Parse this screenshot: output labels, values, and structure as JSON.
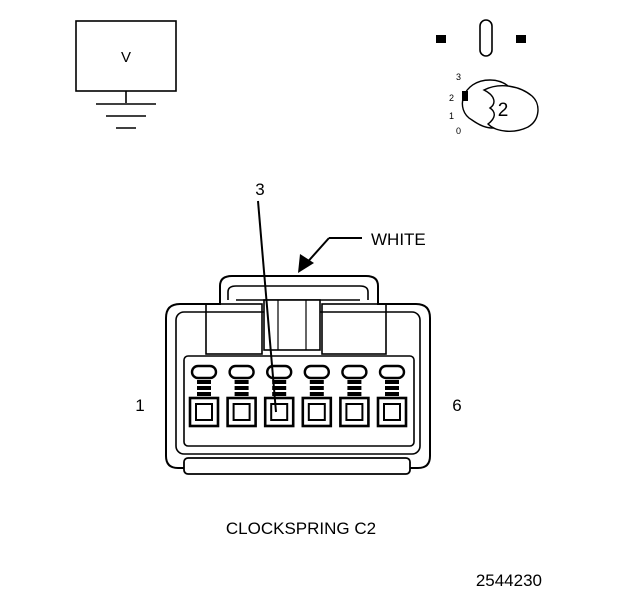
{
  "voltmeter": {
    "label": "V"
  },
  "ignition_switch": {
    "positions": [
      "3",
      "2",
      "1",
      "0"
    ],
    "selected_position": "2"
  },
  "connector": {
    "name": "CLOCKSPRING C2",
    "color_label": "WHITE",
    "pin_callout": "3",
    "pin_first": "1",
    "pin_last": "6",
    "pin_count": 6,
    "probed_pin": 3
  },
  "figure_number": "2544230"
}
